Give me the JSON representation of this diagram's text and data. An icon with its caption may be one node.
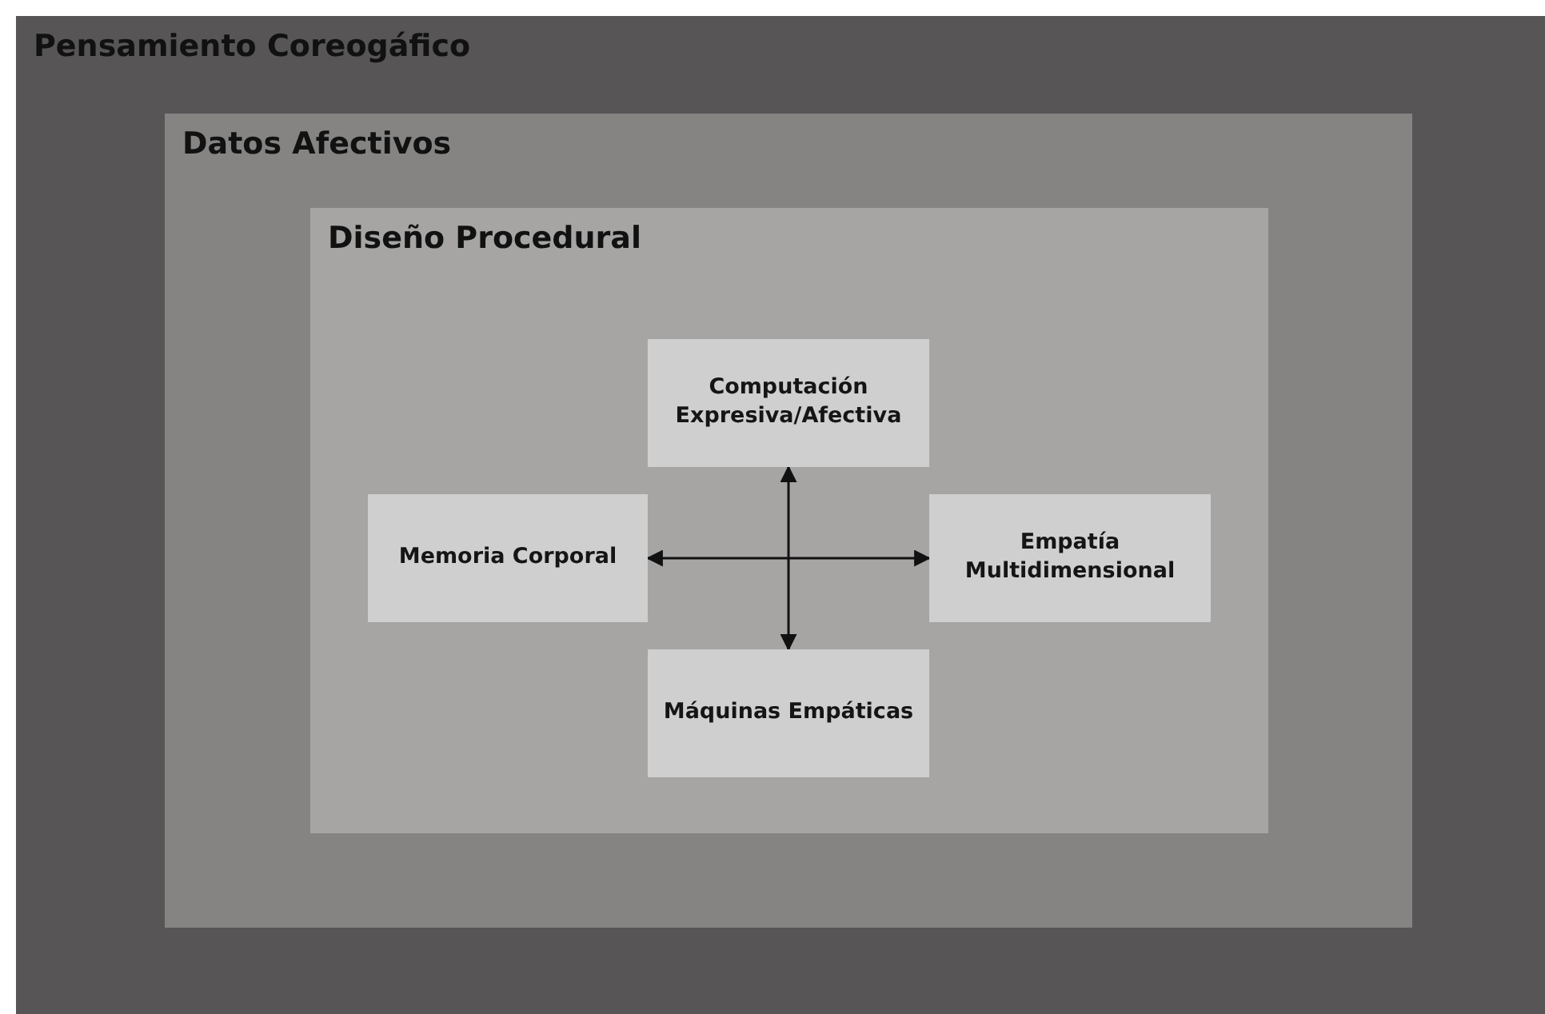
{
  "diagram": {
    "nodes": [
      {
        "text": [
          "Pensamiento Coreogáfico"
        ]
      },
      {
        "text": [
          "Datos Afectivos"
        ],
        "in": 0
      },
      {
        "text": [
          "Diseño Procedural"
        ],
        "in": 1
      },
      {
        "text": [
          "Computación Expresiva/Afectiva"
        ],
        "in": 2
      },
      {
        "text": [
          "Memoria Corporal"
        ],
        "in": 2
      },
      {
        "text": [
          "Empatía Multidimensional"
        ],
        "in": 2
      },
      {
        "text": [
          "Máquinas Empáticas"
        ],
        "in": 2
      }
    ],
    "edges": [
      {
        "from": 3,
        "to": 6,
        "arrow": "both"
      },
      {
        "from": 4,
        "to": 5,
        "arrow": "both"
      }
    ]
  }
}
